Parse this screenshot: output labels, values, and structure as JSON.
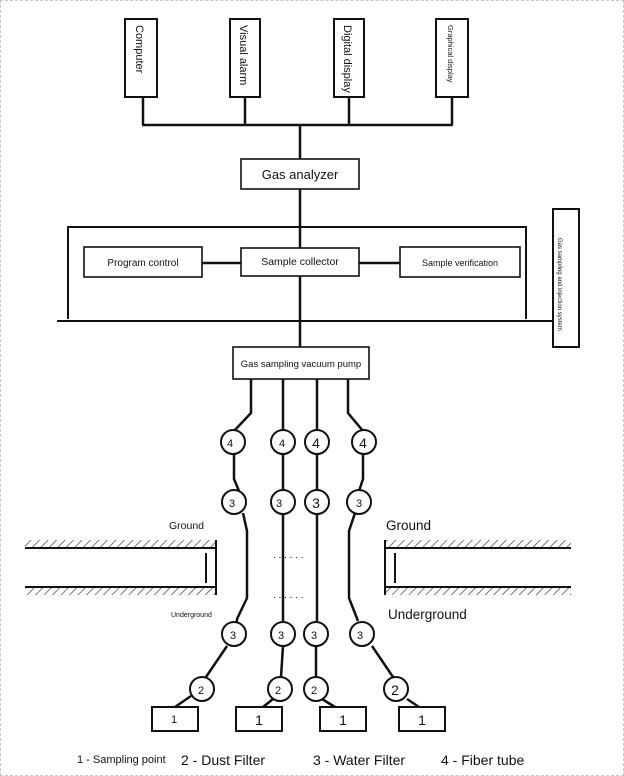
{
  "outputs": {
    "computer": "Computer",
    "visual_alarm": "Visual alarm",
    "digital_display": "Digital display",
    "graphical_display": "Graphical display"
  },
  "gas_analyzer": "Gas analyzer",
  "program_control": "Program control",
  "sample_collector": "Sample collector",
  "sample_verification": "Sample verification",
  "system_label": "Gas sampling and injection system",
  "vacuum_pump": "Gas sampling vacuum pump",
  "ground_left": "Ground",
  "ground_right": "Ground",
  "underground_left": "Underground",
  "underground_right": "Underground",
  "node_labels": {
    "n4": "4",
    "n3": "3",
    "n2": "2",
    "n1": "1"
  },
  "dots": ". . . . . .",
  "legend": {
    "sampling_point": "1 - Sampling point",
    "dust_filter": "2 - Dust Filter",
    "water_filter": "3 - Water Filter",
    "fiber_tube": "4 - Fiber tube"
  },
  "colors": {
    "line": "#111111",
    "hatch": "#555555"
  }
}
